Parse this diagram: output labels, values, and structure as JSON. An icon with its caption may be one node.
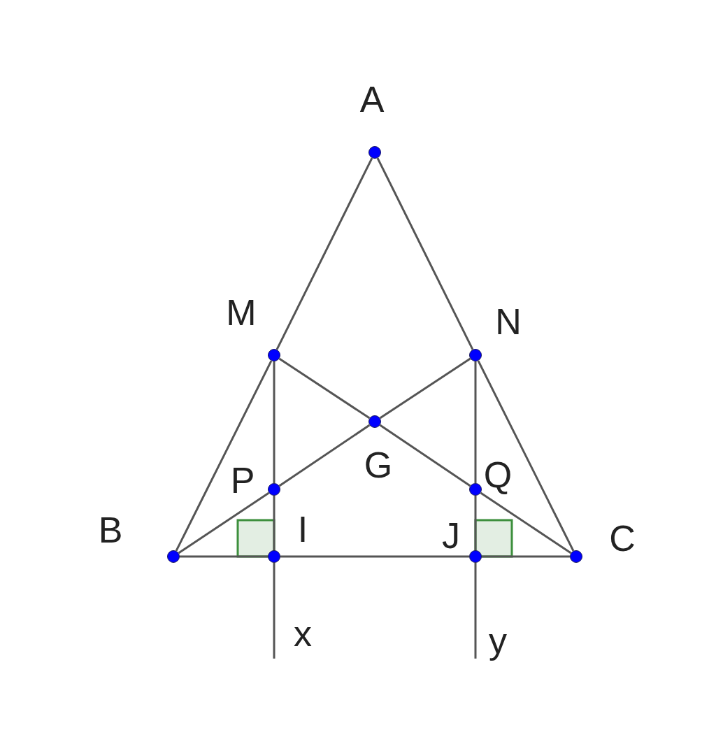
{
  "diagram": {
    "nodes": [
      {
        "text": [],
        "shape": "circle"
      },
      {
        "text": [],
        "shape": "circle"
      },
      {
        "text": [],
        "shape": "circle"
      },
      {
        "text": [],
        "shape": "circle"
      },
      {
        "text": [],
        "shape": "circle"
      },
      {
        "text": [],
        "shape": "circle"
      },
      {
        "text": [],
        "shape": "circle"
      },
      {
        "text": [],
        "shape": "circle"
      },
      {
        "text": [],
        "shape": "circle"
      },
      {
        "text": [],
        "shape": "circle"
      }
    ],
    "edges": [
      {
        "from": 0,
        "to": 1,
        "arrow": "none"
      },
      {
        "from": 1,
        "to": 6,
        "arrow": "none"
      },
      {
        "from": 0,
        "to": 2,
        "arrow": "none"
      },
      {
        "from": 2,
        "to": 9,
        "arrow": "none"
      },
      {
        "from": 6,
        "to": 4,
        "arrow": "none"
      },
      {
        "from": 4,
        "to": 3,
        "arrow": "none"
      },
      {
        "from": 3,
        "to": 2,
        "arrow": "none"
      },
      {
        "from": 9,
        "to": 5,
        "arrow": "none"
      },
      {
        "from": 5,
        "to": 3,
        "arrow": "none"
      },
      {
        "from": 3,
        "to": 1,
        "arrow": "none"
      },
      {
        "from": 1,
        "to": 4,
        "arrow": "none"
      },
      {
        "from": 4,
        "to": 7,
        "arrow": "none"
      },
      {
        "from": 7,
        "to": null,
        "arrow": "none"
      },
      {
        "from": 2,
        "to": 5,
        "arrow": "none"
      },
      {
        "from": 5,
        "to": 8,
        "arrow": "none"
      },
      {
        "from": 8,
        "to": null,
        "arrow": "none"
      },
      {
        "from": 6,
        "to": 7,
        "arrow": "none"
      },
      {
        "from": 7,
        "to": 8,
        "arrow": "none"
      },
      {
        "from": 8,
        "to": 9,
        "arrow": "none"
      }
    ],
    "labels": [
      "A",
      "M",
      "N",
      "G",
      "P",
      "Q",
      "B",
      "I",
      "J",
      "C",
      "x",
      "y"
    ]
  }
}
